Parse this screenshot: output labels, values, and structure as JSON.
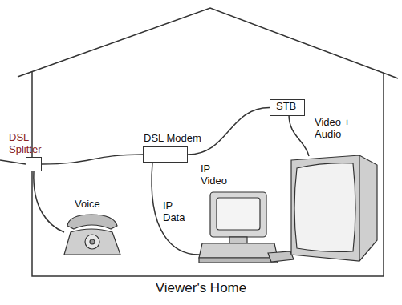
{
  "diagram": {
    "nodes": [
      {
        "text": [
          "Viewer's Home"
        ]
      },
      {
        "text": [
          "DSL Splitter"
        ],
        "in": 0
      },
      {
        "text": [
          "DSL Modem"
        ],
        "in": 0
      },
      {
        "text": [
          "STB"
        ],
        "in": 0
      }
    ],
    "edges": [
      {
        "from": 1,
        "to": 2,
        "arrow": "none"
      },
      {
        "from": 2,
        "to": 3,
        "label": "IP Video",
        "arrow": "none"
      }
    ],
    "labels": [
      "Voice",
      "IP Data",
      "Video + Audio"
    ]
  }
}
